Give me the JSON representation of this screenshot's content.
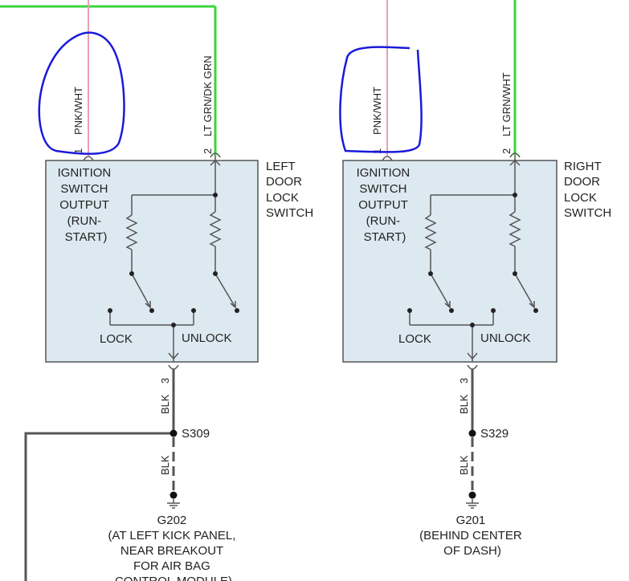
{
  "colors": {
    "box_fill": "#dde9f1",
    "box_stroke": "#555555",
    "pink_wire": "#e8a0b4",
    "green_wire": "#3ad63a",
    "black_wire": "#555555",
    "annotation_ink": "#1a1adb"
  },
  "left_switch": {
    "name": [
      "LEFT",
      "DOOR",
      "LOCK",
      "SWITCH"
    ],
    "inner_label": [
      "IGNITION",
      "SWITCH",
      "OUTPUT",
      "(RUN-",
      "START)"
    ],
    "lock_label": "LOCK",
    "unlock_label": "UNLOCK",
    "pin1_num": "1",
    "pin1_wire": "PNK/WHT",
    "pin2_num": "2",
    "pin2_wire": "LT GRN/DK GRN",
    "pin3_num": "3",
    "pin3_wire": "BLK",
    "splice": "S309",
    "ground_wire": "BLK",
    "ground_id": "G202",
    "ground_desc": [
      "(AT LEFT KICK PANEL,",
      "NEAR BREAKOUT",
      "FOR AIR BAG",
      "CONTROL MODULE)"
    ]
  },
  "right_switch": {
    "name": [
      "RIGHT",
      "DOOR",
      "LOCK",
      "SWITCH"
    ],
    "inner_label": [
      "IGNITION",
      "SWITCH",
      "OUTPUT",
      "(RUN-",
      "START)"
    ],
    "lock_label": "LOCK",
    "unlock_label": "UNLOCK",
    "pin1_num": "1",
    "pin1_wire": "PNK/WHT",
    "pin2_num": "2",
    "pin2_wire": "LT GRN/WHT",
    "pin3_num": "3",
    "pin3_wire": "BLK",
    "splice": "S329",
    "ground_wire": "BLK",
    "ground_id": "G201",
    "ground_desc": [
      "(BEHIND CENTER",
      "OF DASH)"
    ]
  }
}
